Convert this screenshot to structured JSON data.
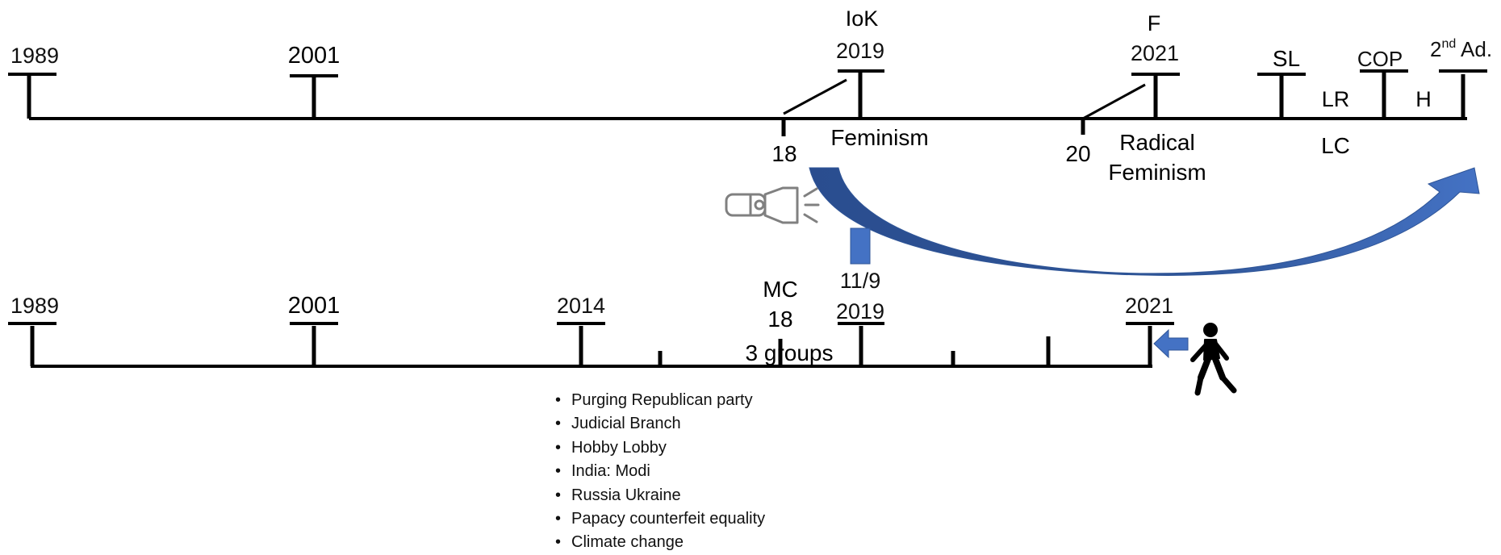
{
  "top_timeline": {
    "years": [
      "1989",
      "2001",
      "2019",
      "2021"
    ],
    "above_labels": {
      "ik": "IoK",
      "f": "F",
      "sl": "SL",
      "cop": "COP",
      "second_ad_num": "2",
      "second_ad_sup": "nd",
      "second_ad_rest": " Ad.",
      "lr": "LR",
      "h": "H"
    },
    "below_labels": {
      "n18": "18",
      "feminism": "Feminism",
      "n20": "20",
      "radical_1": "Radical",
      "radical_2": "Feminism",
      "lc": "LC"
    }
  },
  "bottom_timeline": {
    "years": [
      "1989",
      "2001",
      "2014",
      "2019",
      "2021"
    ],
    "mc": "MC",
    "mc_num": "18",
    "date": "11/9",
    "groups": "3 groups"
  },
  "events": [
    "Purging Republican party",
    "Judicial Branch",
    "Hobby Lobby",
    "India:  Modi",
    "Russia Ukraine",
    "Papacy counterfeit equality",
    "Climate change"
  ],
  "colors": {
    "line": "#000000",
    "arrow_dark": "#2f5597",
    "arrow_light": "#4472c4",
    "icon_gray": "#808080"
  },
  "icons": {
    "flashlight": "flashlight-icon",
    "walker": "walking-person-icon",
    "left_arrow": "left-arrow-icon"
  }
}
